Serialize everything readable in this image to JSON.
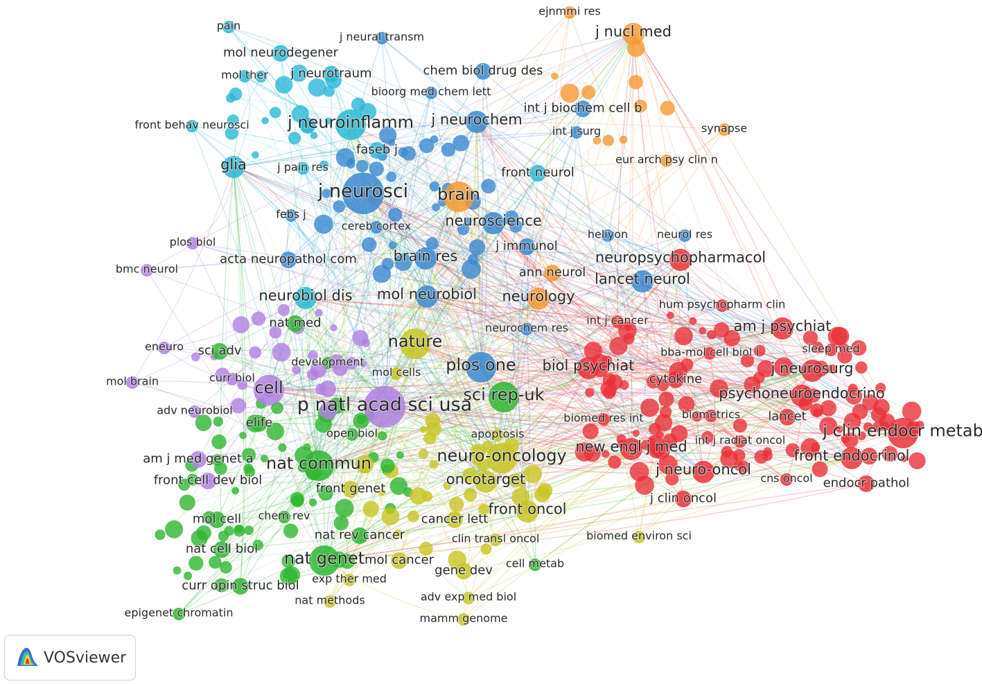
{
  "app": {
    "name": "VOSviewer",
    "logo_icon": "vosviewer-logo-icon"
  },
  "clusters": {
    "red": "#e8313a",
    "green": "#2fb532",
    "blue": "#3b88cf",
    "yellow": "#c8c424",
    "purple": "#b07fe0",
    "cyan": "#29b8d4",
    "orange": "#f59a35"
  },
  "map": {
    "labels": [
      {
        "text": "ejnmmi res",
        "cluster": "orange",
        "size": "xs"
      },
      {
        "text": "j nucl med",
        "cluster": "orange",
        "size": "m"
      },
      {
        "text": "pain",
        "cluster": "cyan",
        "size": "xs"
      },
      {
        "text": "j neural transm",
        "cluster": "blue",
        "size": "xs"
      },
      {
        "text": "mol neurodegener",
        "cluster": "cyan",
        "size": "s"
      },
      {
        "text": "mol ther",
        "cluster": "cyan",
        "size": "xs"
      },
      {
        "text": "j neurotraum",
        "cluster": "cyan",
        "size": "s"
      },
      {
        "text": "chem biol drug des",
        "cluster": "blue",
        "size": "s"
      },
      {
        "text": "bioorg med chem lett",
        "cluster": "blue",
        "size": "xs"
      },
      {
        "text": "int j biochem cell b",
        "cluster": "blue",
        "size": "s"
      },
      {
        "text": "front behav neurosci",
        "cluster": "cyan",
        "size": "xs"
      },
      {
        "text": "j neuroinflamm",
        "cluster": "cyan",
        "size": "l"
      },
      {
        "text": "j neurochem",
        "cluster": "blue",
        "size": "m"
      },
      {
        "text": "int j surg",
        "cluster": "blue",
        "size": "xs"
      },
      {
        "text": "synapse",
        "cluster": "orange",
        "size": "xs"
      },
      {
        "text": "faseb j",
        "cluster": "cyan",
        "size": "s"
      },
      {
        "text": "glia",
        "cluster": "cyan",
        "size": "m"
      },
      {
        "text": "j pain res",
        "cluster": "cyan",
        "size": "xs"
      },
      {
        "text": "eur arch psy clin n",
        "cluster": "orange",
        "size": "xs"
      },
      {
        "text": "front neurol",
        "cluster": "cyan",
        "size": "s"
      },
      {
        "text": "j neurosci",
        "cluster": "blue",
        "size": "xl"
      },
      {
        "text": "brain",
        "cluster": "orange",
        "size": "l"
      },
      {
        "text": "febs j",
        "cluster": "blue",
        "size": "xs"
      },
      {
        "text": "neuroscience",
        "cluster": "blue",
        "size": "m"
      },
      {
        "text": "cereb cortex",
        "cluster": "blue",
        "size": "xs"
      },
      {
        "text": "heliyon",
        "cluster": "blue",
        "size": "xs"
      },
      {
        "text": "neurol res",
        "cluster": "blue",
        "size": "xs"
      },
      {
        "text": "plos biol",
        "cluster": "purple",
        "size": "xs"
      },
      {
        "text": "j immunol",
        "cluster": "blue",
        "size": "s"
      },
      {
        "text": "neuropsychopharmacol",
        "cluster": "red",
        "size": "m"
      },
      {
        "text": "bmc neurol",
        "cluster": "purple",
        "size": "xs"
      },
      {
        "text": "acta neuropathol com",
        "cluster": "blue",
        "size": "s"
      },
      {
        "text": "brain res",
        "cluster": "blue",
        "size": "m"
      },
      {
        "text": "ann neurol",
        "cluster": "orange",
        "size": "s"
      },
      {
        "text": "lancet neurol",
        "cluster": "blue",
        "size": "m"
      },
      {
        "text": "neurobiol dis",
        "cluster": "cyan",
        "size": "m"
      },
      {
        "text": "mol neurobiol",
        "cluster": "blue",
        "size": "m"
      },
      {
        "text": "neurology",
        "cluster": "orange",
        "size": "m"
      },
      {
        "text": "hum psychopharm clin",
        "cluster": "red",
        "size": "xs"
      },
      {
        "text": "nat med",
        "cluster": "green",
        "size": "s"
      },
      {
        "text": "int j cancer",
        "cluster": "red",
        "size": "xs"
      },
      {
        "text": "am j psychiat",
        "cluster": "red",
        "size": "m"
      },
      {
        "text": "neurochem res",
        "cluster": "blue",
        "size": "xs"
      },
      {
        "text": "nature",
        "cluster": "yellow",
        "size": "l"
      },
      {
        "text": "eneuro",
        "cluster": "purple",
        "size": "xs"
      },
      {
        "text": "sci adv",
        "cluster": "green",
        "size": "s"
      },
      {
        "text": "development",
        "cluster": "green",
        "size": "xs"
      },
      {
        "text": "bba-mol cell biol l",
        "cluster": "red",
        "size": "xs"
      },
      {
        "text": "sleep med",
        "cluster": "red",
        "size": "xs"
      },
      {
        "text": "plos one",
        "cluster": "blue",
        "size": "l"
      },
      {
        "text": "biol psychiat",
        "cluster": "red",
        "size": "m"
      },
      {
        "text": "j neurosurg",
        "cluster": "red",
        "size": "m"
      },
      {
        "text": "curr biol",
        "cluster": "purple",
        "size": "xs"
      },
      {
        "text": "mol cells",
        "cluster": "yellow",
        "size": "xs"
      },
      {
        "text": "cytokine",
        "cluster": "red",
        "size": "s"
      },
      {
        "text": "mol brain",
        "cluster": "purple",
        "size": "xs"
      },
      {
        "text": "cell",
        "cluster": "purple",
        "size": "l"
      },
      {
        "text": "psychoneuroendocrino",
        "cluster": "red",
        "size": "m"
      },
      {
        "text": "sci rep-uk",
        "cluster": "green",
        "size": "l"
      },
      {
        "text": "p natl acad sci usa",
        "cluster": "purple",
        "size": "xl"
      },
      {
        "text": "adv neurobiol",
        "cluster": "purple",
        "size": "xs"
      },
      {
        "text": "biomed res int",
        "cluster": "red",
        "size": "xs"
      },
      {
        "text": "biometrics",
        "cluster": "red",
        "size": "xs"
      },
      {
        "text": "lancet",
        "cluster": "red",
        "size": "s"
      },
      {
        "text": "j clin endocr metab",
        "cluster": "red",
        "size": "l"
      },
      {
        "text": "elife",
        "cluster": "green",
        "size": "s"
      },
      {
        "text": "open biol",
        "cluster": "green",
        "size": "xs"
      },
      {
        "text": "apoptosis",
        "cluster": "yellow",
        "size": "xs"
      },
      {
        "text": "int j radiat oncol",
        "cluster": "red",
        "size": "xs"
      },
      {
        "text": "new engl j med",
        "cluster": "red",
        "size": "m"
      },
      {
        "text": "front endocrinol",
        "cluster": "red",
        "size": "m"
      },
      {
        "text": "am j med genet a",
        "cluster": "purple",
        "size": "s"
      },
      {
        "text": "nat commun",
        "cluster": "green",
        "size": "l"
      },
      {
        "text": "neuro-oncology",
        "cluster": "yellow",
        "size": "l"
      },
      {
        "text": "j neuro-oncol",
        "cluster": "red",
        "size": "m"
      },
      {
        "text": "front cell dev biol",
        "cluster": "purple",
        "size": "s"
      },
      {
        "text": "oncotarget",
        "cluster": "yellow",
        "size": "m"
      },
      {
        "text": "cns oncol",
        "cluster": "red",
        "size": "xs"
      },
      {
        "text": "endocr pathol",
        "cluster": "red",
        "size": "s"
      },
      {
        "text": "front genet",
        "cluster": "yellow",
        "size": "s"
      },
      {
        "text": "j clin oncol",
        "cluster": "red",
        "size": "s"
      },
      {
        "text": "front oncol",
        "cluster": "yellow",
        "size": "m"
      },
      {
        "text": "mol cell",
        "cluster": "green",
        "size": "s"
      },
      {
        "text": "chem rev",
        "cluster": "green",
        "size": "xs"
      },
      {
        "text": "cancer lett",
        "cluster": "yellow",
        "size": "s"
      },
      {
        "text": "nat rev cancer",
        "cluster": "green",
        "size": "s"
      },
      {
        "text": "biomed environ sci",
        "cluster": "yellow",
        "size": "xs"
      },
      {
        "text": "clin transl oncol",
        "cluster": "yellow",
        "size": "xs"
      },
      {
        "text": "nat cell biol",
        "cluster": "green",
        "size": "s"
      },
      {
        "text": "nat genet",
        "cluster": "green",
        "size": "l"
      },
      {
        "text": "mol cancer",
        "cluster": "yellow",
        "size": "s"
      },
      {
        "text": "cell metab",
        "cluster": "green",
        "size": "xs"
      },
      {
        "text": "curr opin struc biol",
        "cluster": "green",
        "size": "s"
      },
      {
        "text": "exp ther med",
        "cluster": "yellow",
        "size": "xs"
      },
      {
        "text": "gene dev",
        "cluster": "yellow",
        "size": "s"
      },
      {
        "text": "nat methods",
        "cluster": "yellow",
        "size": "xs"
      },
      {
        "text": "adv exp med biol",
        "cluster": "yellow",
        "size": "xs"
      },
      {
        "text": "epigenet chromatin",
        "cluster": "green",
        "size": "xs"
      },
      {
        "text": "mamm genome",
        "cluster": "yellow",
        "size": "xs"
      }
    ]
  }
}
